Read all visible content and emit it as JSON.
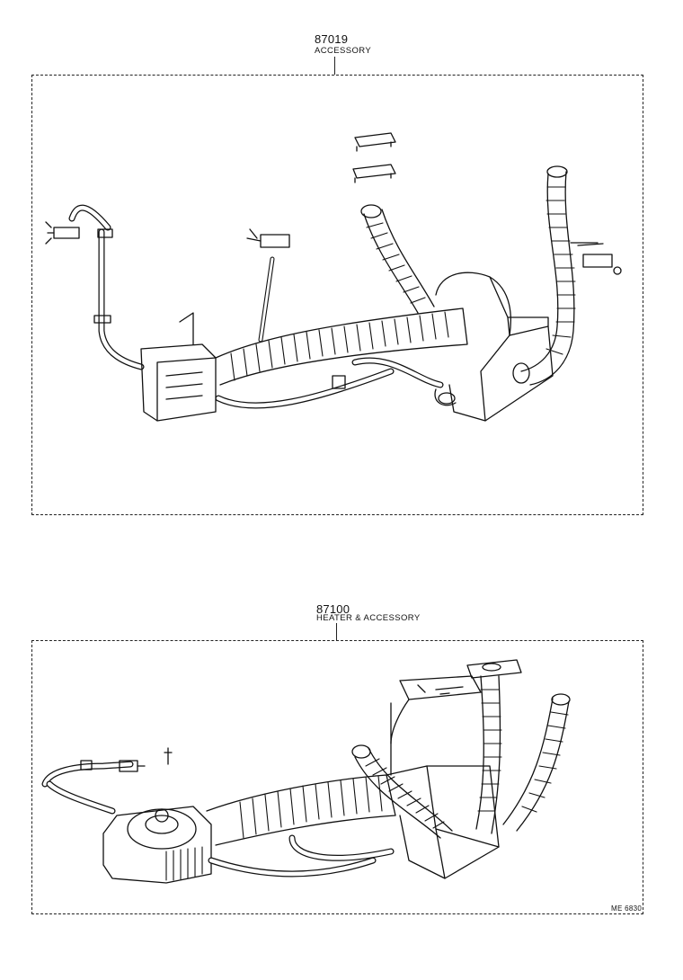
{
  "assemblies": [
    {
      "part_number": "87019",
      "part_name": "ACCESSORY"
    },
    {
      "part_number": "87100",
      "part_name": "HEATER & ACCESSORY"
    }
  ],
  "drawing_code": "ME 6830",
  "colors": {
    "line": "#111111",
    "background": "#ffffff"
  }
}
